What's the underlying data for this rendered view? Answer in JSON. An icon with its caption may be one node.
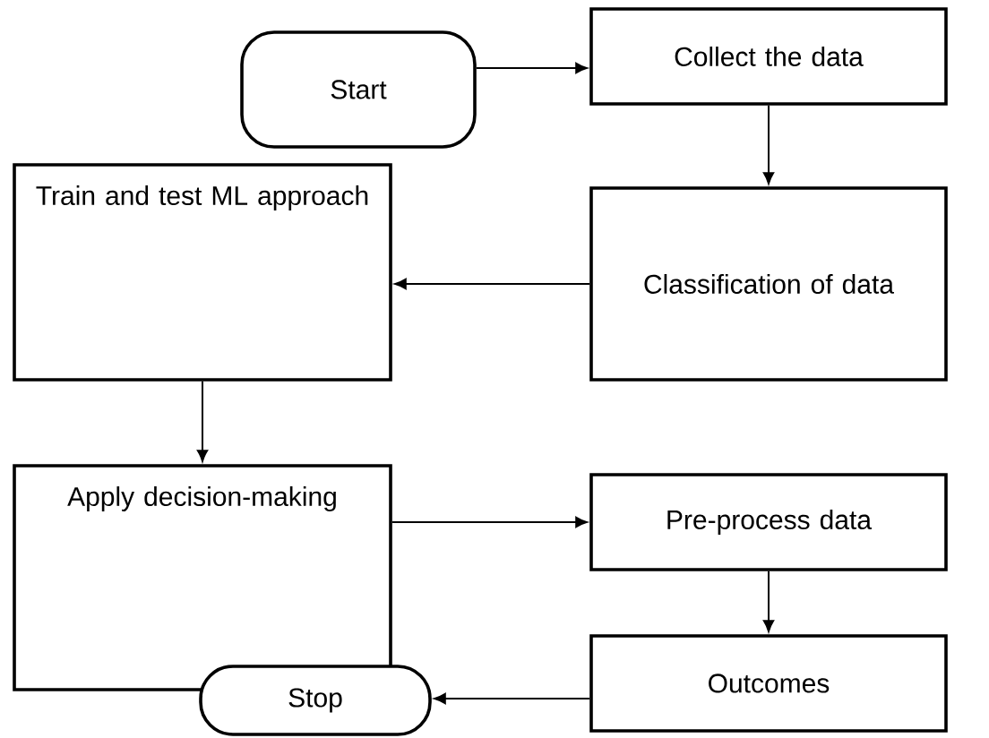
{
  "diagram": {
    "nodes": [
      {
        "text": [
          "Start"
        ]
      },
      {
        "text": [
          "Collect the data"
        ]
      },
      {
        "text": [
          "Classification of data"
        ]
      },
      {
        "text": [
          "Train and test ML approach"
        ]
      },
      {
        "text": [
          "Apply decision-making"
        ]
      },
      {
        "text": [
          "Pre-process data"
        ]
      },
      {
        "text": [
          "Outcomes"
        ]
      },
      {
        "text": [
          "Stop"
        ]
      }
    ],
    "edges": [
      {
        "from": 0,
        "to": 1,
        "arrow": "to"
      },
      {
        "from": 1,
        "to": 2,
        "arrow": "to"
      },
      {
        "from": 2,
        "to": 3,
        "arrow": "to"
      },
      {
        "from": 3,
        "to": 4,
        "arrow": "to"
      },
      {
        "from": 4,
        "to": 5,
        "arrow": "to"
      },
      {
        "from": 5,
        "to": 6,
        "arrow": "to"
      },
      {
        "from": 6,
        "to": 7,
        "arrow": "to"
      }
    ]
  }
}
